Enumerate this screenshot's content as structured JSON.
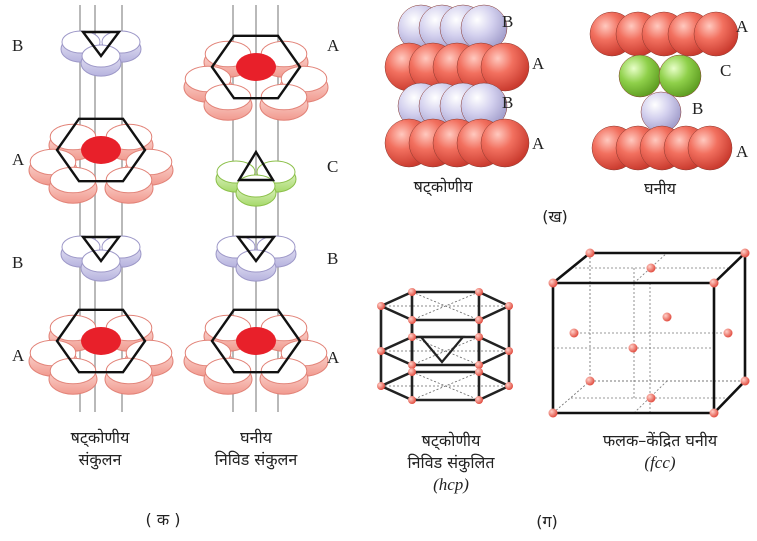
{
  "layer_labels": {
    "k_left": [
      "B",
      "A",
      "B",
      "A"
    ],
    "k_right": [
      "A",
      "C",
      "B",
      "A"
    ],
    "kh_hex": [
      "B",
      "A",
      "B",
      "A"
    ],
    "kh_cubic": [
      "A",
      "C",
      "B",
      "A"
    ]
  },
  "captions": {
    "k_left_line1": "षट्कोणीय",
    "k_left_line2": "संकुलन",
    "k_right_line1": "घनीय",
    "k_right_line2": "निविड संकुलन",
    "kh_hex": "षट्कोणीय",
    "kh_cubic": "घनीय",
    "hcp_line1": "षट्कोणीय",
    "hcp_line2": "निविड संकुलित",
    "hcp_abbr": "(hcp)",
    "fcc_line1": "फलक–केंद्रित  घनीय",
    "fcc_abbr": "(fcc)"
  },
  "part_labels": {
    "k": "( क )",
    "kh": "(ख)",
    "g": "(ग)"
  },
  "colors": {
    "sphere_red": "#e8584c",
    "sphere_lilac": "#c9c6e6",
    "sphere_green": "#8fd04a",
    "outline_red": "#e78a80",
    "center_red": "#e8202a",
    "node_red": "#f06a5c"
  }
}
